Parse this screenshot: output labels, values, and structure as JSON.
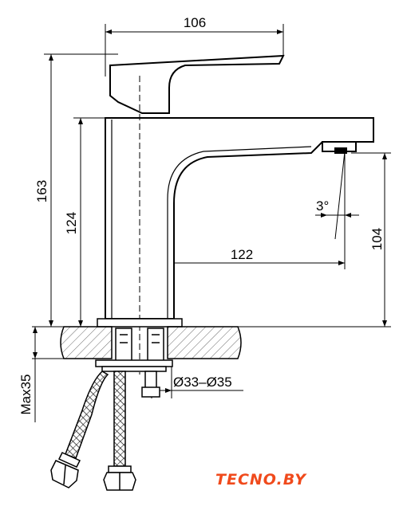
{
  "dimensions": {
    "width_top": "106",
    "total_height": "163",
    "spout_height": "124",
    "spout_reach": "122",
    "outlet_height": "104",
    "angle": "3°",
    "hole_diameter": "Ø33–Ø35",
    "max_thickness": "Max35"
  },
  "logo": {
    "main": "TECNO",
    "suffix": ".BY",
    "color": "#f04a1c"
  }
}
